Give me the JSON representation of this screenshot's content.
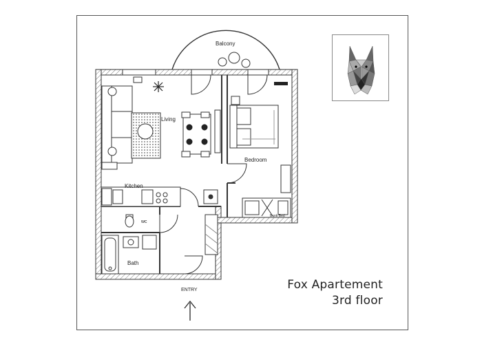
{
  "plan": {
    "rooms": {
      "balcony": "Balcony",
      "living": "Living",
      "kitchen": "Kitchen",
      "bedroom": "Bedroom",
      "wc": "wc",
      "bath": "Bath",
      "bunk_bed": "Bunk Bed"
    },
    "entry_label": "ENTRY"
  },
  "caption": {
    "line1": "Fox Apartement",
    "line2": "3rd floor"
  },
  "logo": {
    "icon": "fox-head-icon"
  }
}
